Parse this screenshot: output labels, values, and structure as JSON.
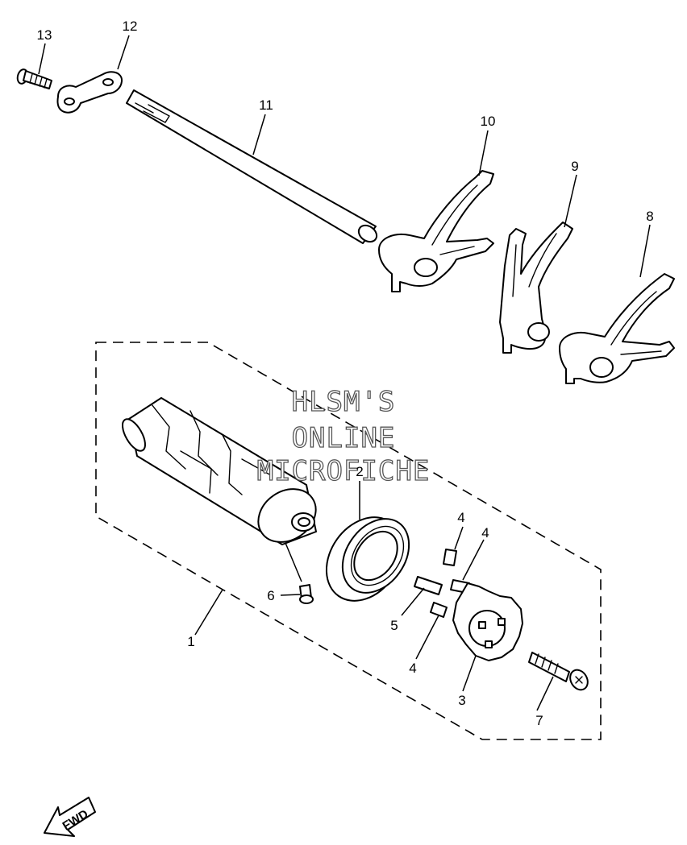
{
  "diagram": {
    "callouts": [
      "1",
      "2",
      "3",
      "4",
      "4",
      "4",
      "5",
      "6",
      "7",
      "8",
      "9",
      "10",
      "11",
      "12",
      "13"
    ],
    "watermark": [
      "HLSM'S",
      "ONLINE",
      "MICROFICHE"
    ],
    "direction_marker": "FWD",
    "colors": {
      "line": "#000000",
      "background": "#ffffff",
      "watermark_outline": "#555555"
    }
  }
}
